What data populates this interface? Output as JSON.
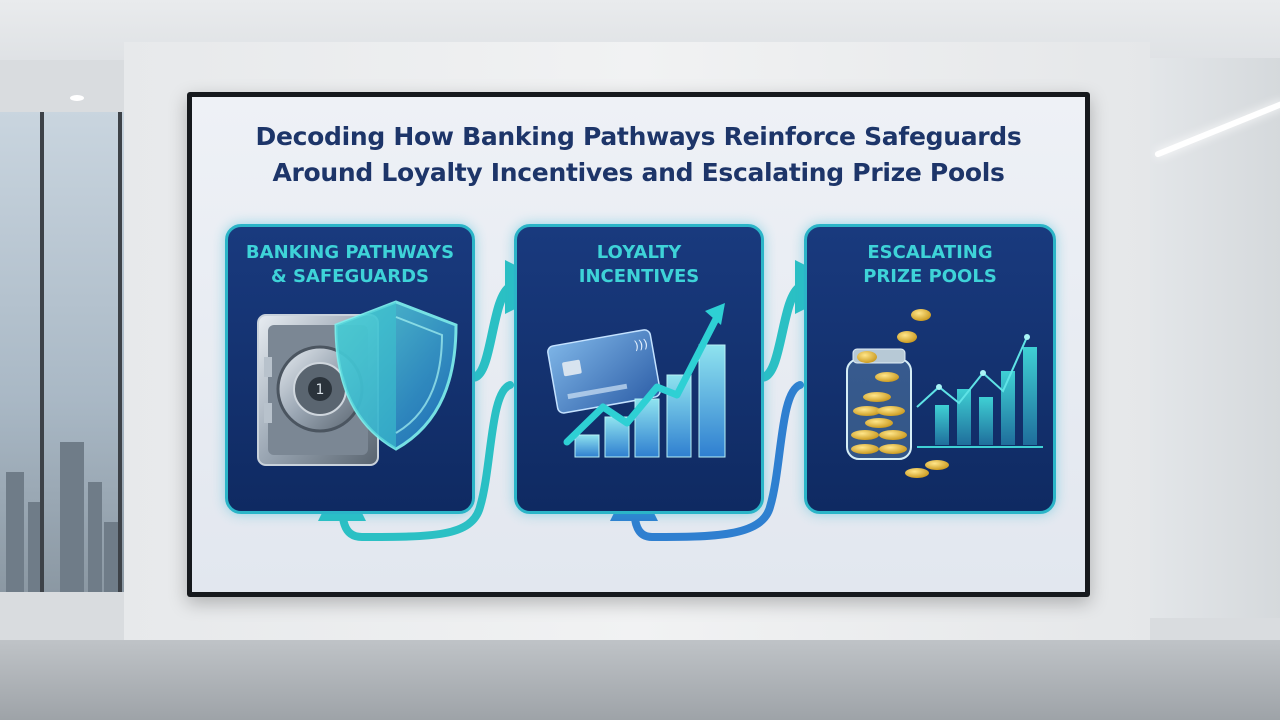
{
  "slide": {
    "title_line1": "Decoding How Banking Pathways Reinforce Safeguards",
    "title_line2": "Around Loyalty Incentives and Escalating Prize Pools"
  },
  "cards": [
    {
      "label_line1": "BANKING PATHWAYS",
      "label_line2": "& SAFEGUARDS",
      "icon": "vault-shield-icon"
    },
    {
      "label_line1": "LOYALTY",
      "label_line2": "INCENTIVES",
      "icon": "credit-card-growth-chart-icon"
    },
    {
      "label_line1": "ESCALATING",
      "label_line2": "PRIZE POOLS",
      "icon": "coin-jar-chart-icon"
    }
  ],
  "vault_number": "1",
  "colors": {
    "title": "#1d3569",
    "card_bg": "#163778",
    "card_border": "#2bb5c8",
    "label": "#3ed3d8",
    "arrow_teal": "#2bc0c4",
    "arrow_blue": "#2f7fd0"
  }
}
